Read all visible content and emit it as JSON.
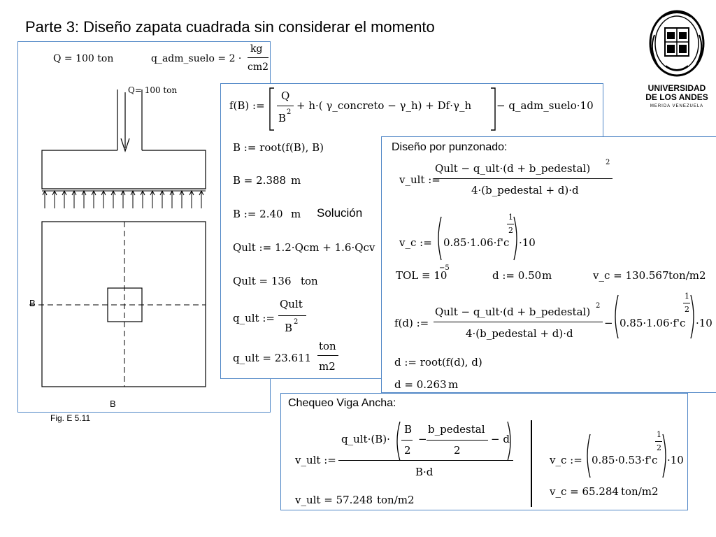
{
  "title": "Parte 3: Diseño zapata cuadrada sin considerar el momento",
  "logo": {
    "line1": "UNIVERSIDAD",
    "line2": "DE LOS ANDES",
    "line3": "MERIDA VENEZUELA"
  },
  "figure": {
    "caption": "Fig. E 5.11",
    "q_label": "Q = 100 ton",
    "q_adm_prefix": "q_adm_suelo = 2 ·",
    "q_adm_num": "kg",
    "q_adm_den": "cm2",
    "arrow_label": "Q= 100 ton",
    "b_left": "B",
    "b_bottom": "B"
  },
  "panel1": {
    "fB_lhs": "f(B) :=",
    "fB_Q": "Q",
    "fB_B2": "B",
    "fB_sup2": "2",
    "fB_rest": "+ h·( γ_concreto − γ_h) + Df·γ_h",
    "fB_tail": "− q_adm_suelo·10",
    "root": "B := root(f(B), B)",
    "b_val": "B = 2.388",
    "b_unit": "m",
    "b_sol_lhs": "B := 2.40",
    "b_sol_unit": "m",
    "b_sol_word": "Solución",
    "qult_def": "Qult := 1.2·Qcm + 1.6·Qcv",
    "qult_val": "Qult = 136",
    "qult_unit": "ton",
    "qu_lhs": "q_ult :=",
    "qu_num": "Qult",
    "qu_den": "B",
    "qu_sup": "2",
    "qu_val": "q_ult = 23.611",
    "qu_unit_num": "ton",
    "qu_unit_den": "m2"
  },
  "panel2": {
    "heading": "Diseño por punzonado:",
    "vult_lhs": "v_ult :=",
    "vult_num": "Qult − q_ult·(d + b_pedestal)",
    "vult_sup": "2",
    "vult_den": "4·(b_pedestal + d)·d",
    "vc_lhs": "v_c :=",
    "vc_inner": "0.85·1.06·f'c",
    "vc_exp_num": "1",
    "vc_exp_den": "2",
    "vc_tail": "·10",
    "tol_label": "TOL ≡ 10",
    "tol_exp": "−5",
    "d_def": "d := 0.50",
    "d_unit": "m",
    "vc_val": "v_c = 130.567",
    "vc_unit": "ton/m2",
    "fd_lhs": "f(d) :=",
    "fd_num": "Qult − q_ult·(d + b_pedestal)",
    "fd_sup": "2",
    "fd_den": "4·(b_pedestal + d)·d",
    "fd_minus": "−",
    "fd_inner": "0.85·1.06·f'c",
    "fd_exp_num": "1",
    "fd_exp_den": "2",
    "fd_tail": "·10",
    "d_root": "d := root(f(d), d)",
    "d_val": "d = 0.263",
    "d_val_unit": "m"
  },
  "panel3": {
    "heading": "Chequeo Viga Ancha:",
    "vult_lhs": "v_ult :=",
    "num_prefix": "q_ult·(B)·",
    "frac1_num": "B",
    "frac1_den": "2",
    "minus1": "−",
    "frac2_num": "b_pedestal",
    "frac2_den": "2",
    "minus_d": "− d",
    "den": "B·d",
    "vult_val": "v_ult = 57.248",
    "vult_unit": "ton/m2",
    "vc_lhs": "v_c :=",
    "vc_inner": "0.85·0.53·f'c",
    "vc_exp_num": "1",
    "vc_exp_den": "2",
    "vc_tail": "·10",
    "vc_val": "v_c = 65.284",
    "vc_unit": "ton/m2"
  }
}
